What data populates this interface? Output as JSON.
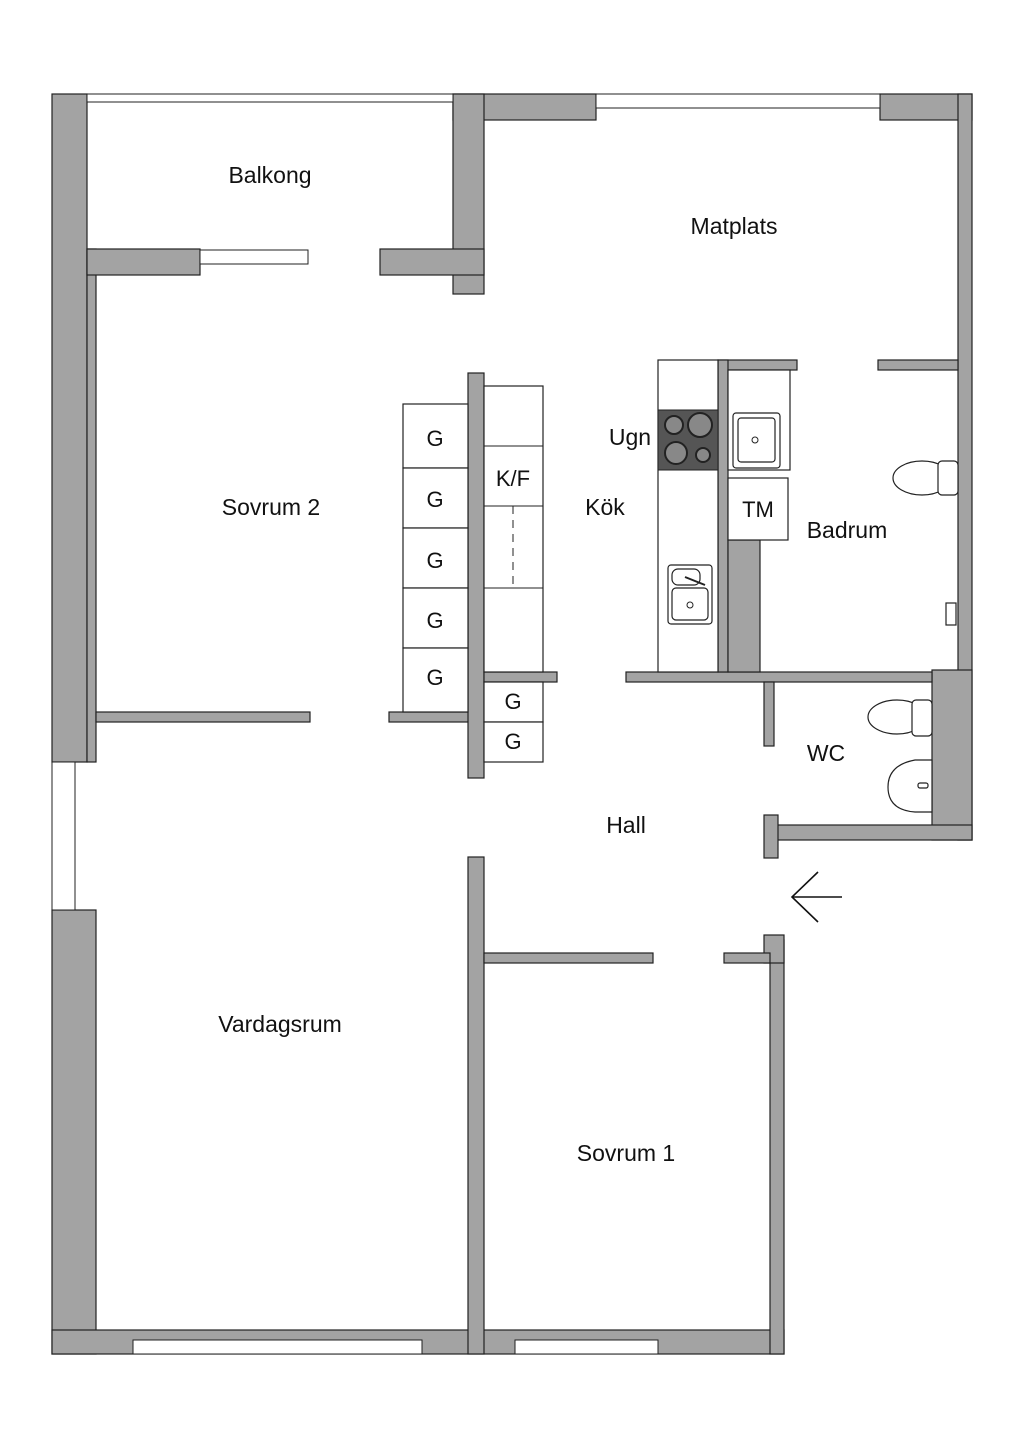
{
  "rooms": {
    "balkong": "Balkong",
    "matplats": "Matplats",
    "sovrum2": "Sovrum 2",
    "kok": "Kök",
    "ugn": "Ugn",
    "badrum": "Badrum",
    "wc": "WC",
    "hall": "Hall",
    "vardagsrum": "Vardagsrum",
    "sovrum1": "Sovrum 1"
  },
  "fixtures": {
    "wardrobe": "G",
    "fridge_freezer": "K/F",
    "washing_machine": "TM"
  },
  "colors": {
    "wall": "#a3a3a3",
    "stove": "#555555"
  }
}
